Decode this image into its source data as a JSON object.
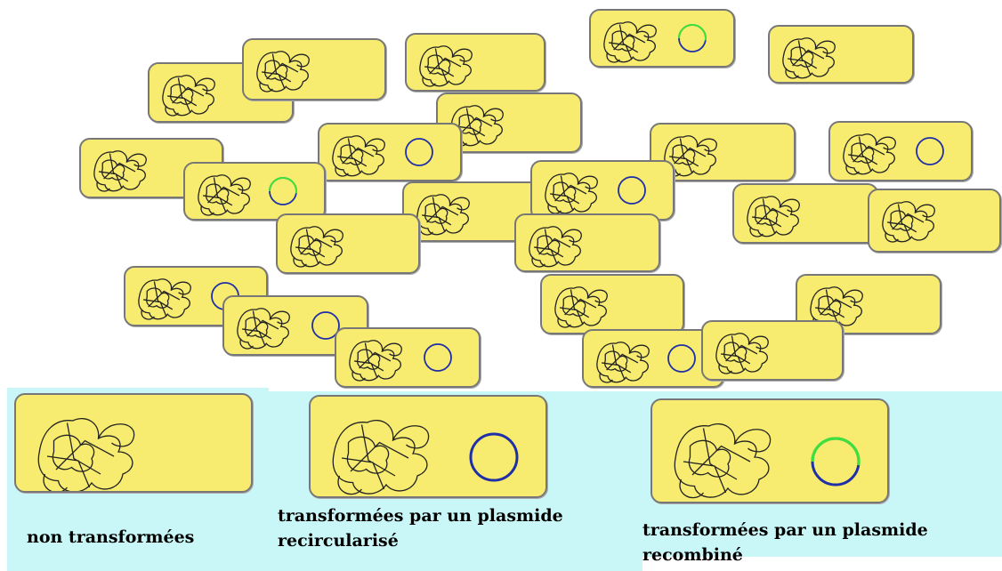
{
  "colors": {
    "cell_fill": "#f7ec6f",
    "cell_border": "#777777",
    "legend_background": "#c9f7f7",
    "plasmid_recircularized": "#1f2fa8",
    "plasmid_recombinant_insert": "#3ee03e"
  },
  "field_cells": [
    {
      "plasmid": "none"
    },
    {
      "plasmid": "none"
    },
    {
      "plasmid": "recombinant"
    },
    {
      "plasmid": "none"
    },
    {
      "plasmid": "none"
    },
    {
      "plasmid": "none"
    },
    {
      "plasmid": "recircularized"
    },
    {
      "plasmid": "none"
    },
    {
      "plasmid": "recombinant"
    },
    {
      "plasmid": "recircularized"
    },
    {
      "plasmid": "none"
    },
    {
      "plasmid": "none"
    },
    {
      "plasmid": "recircularized"
    },
    {
      "plasmid": "none"
    },
    {
      "plasmid": "none"
    },
    {
      "plasmid": "none"
    },
    {
      "plasmid": "none"
    },
    {
      "plasmid": "recircularized"
    },
    {
      "plasmid": "none"
    },
    {
      "plasmid": "none"
    },
    {
      "plasmid": "recircularized"
    },
    {
      "plasmid": "recircularized"
    },
    {
      "plasmid": "recircularized"
    }
  ],
  "legend": [
    {
      "plasmid": "none",
      "label_lines": [
        "non transformées"
      ]
    },
    {
      "plasmid": "recircularized",
      "label_lines": [
        "transformées par un plasmide",
        "recircularisé"
      ]
    },
    {
      "plasmid": "recombinant",
      "label_lines": [
        "transformées par un plasmide",
        "recombiné"
      ]
    }
  ]
}
